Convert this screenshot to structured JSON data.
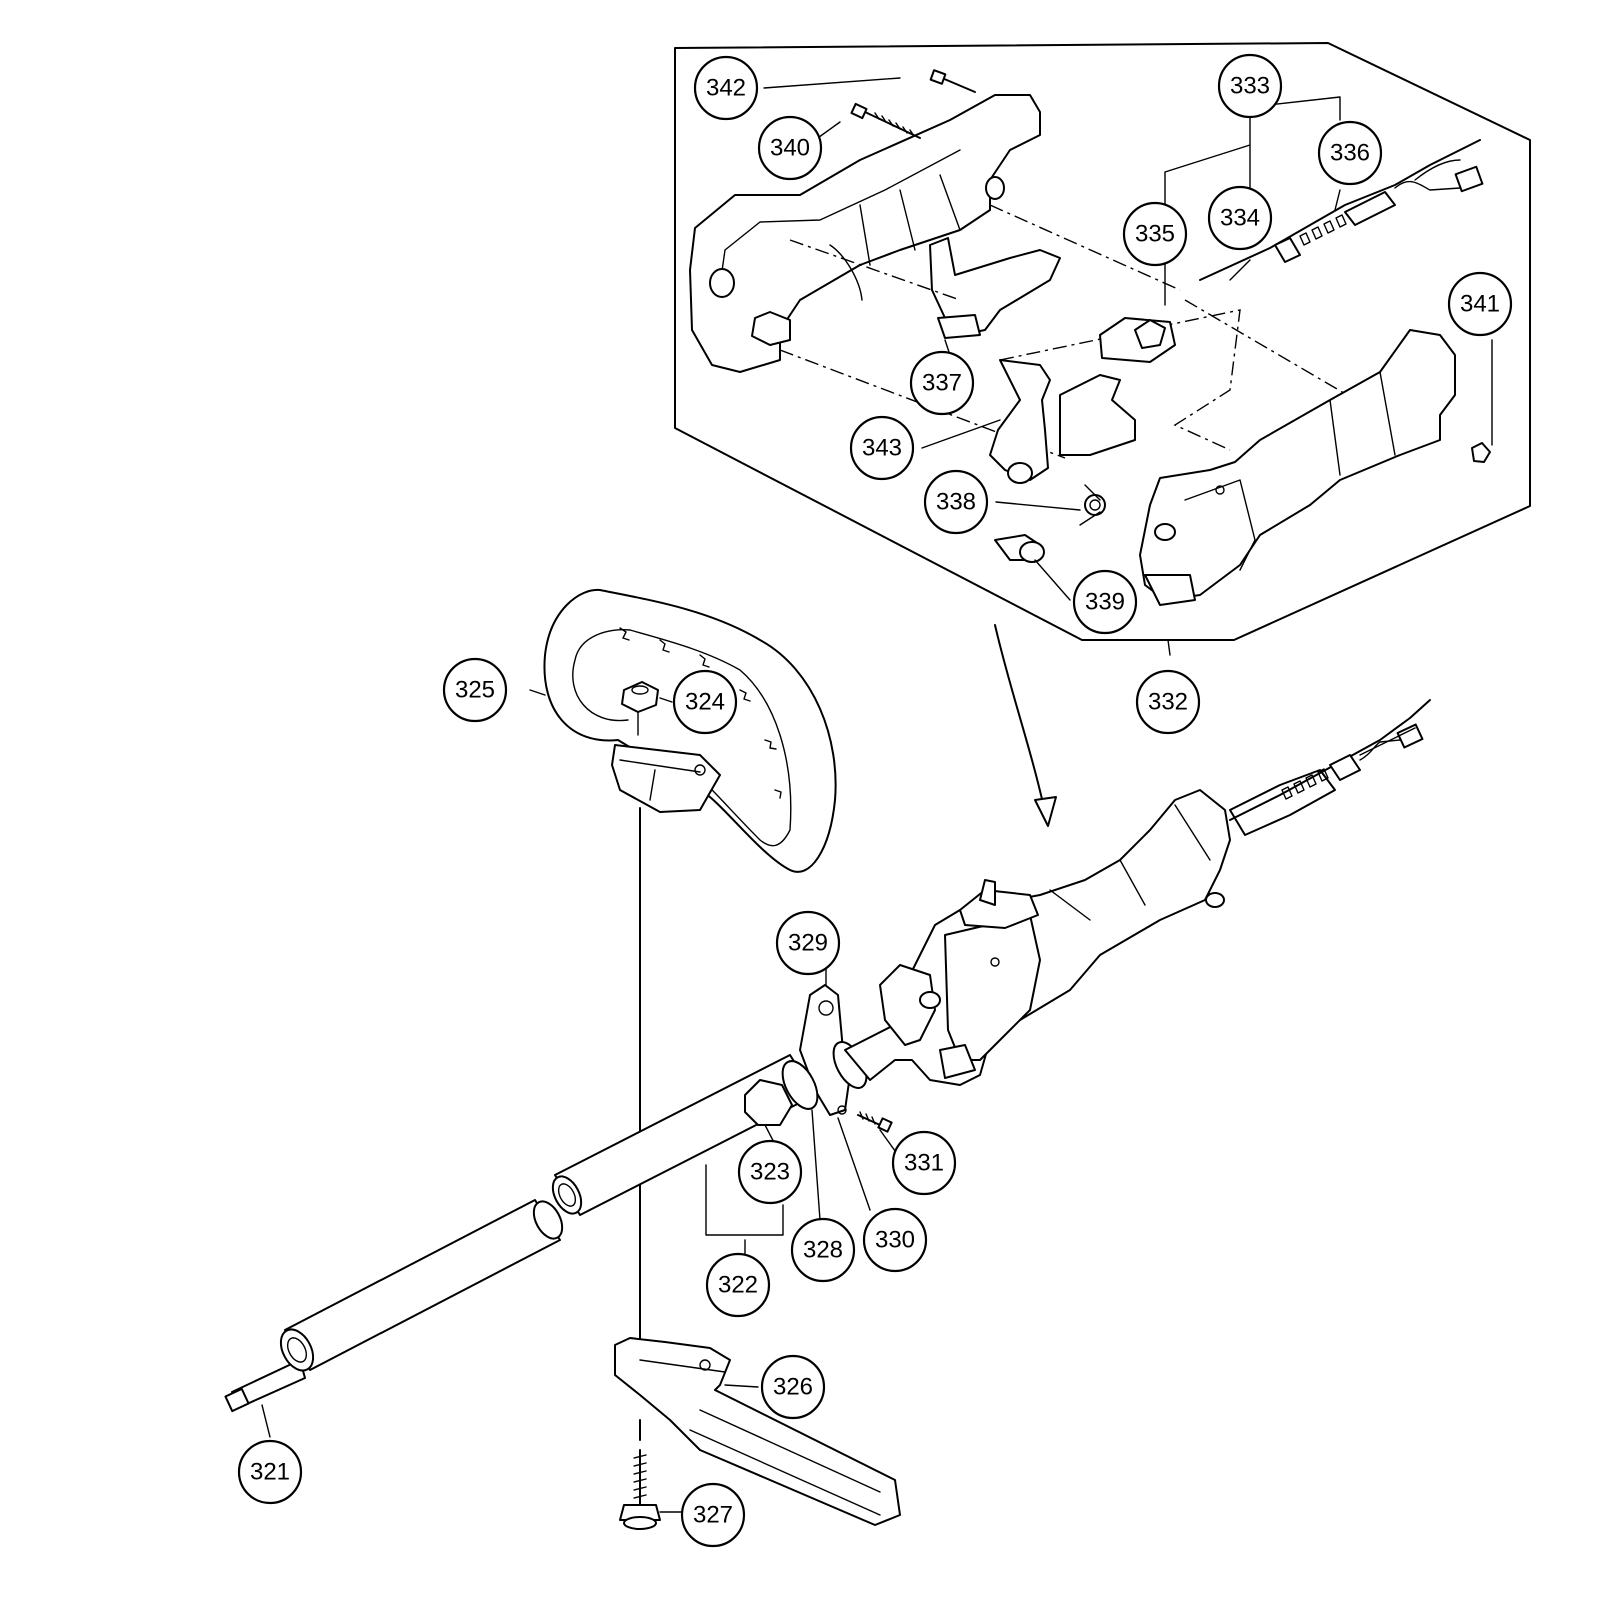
{
  "callouts": [
    {
      "id": "c342",
      "label": "342"
    },
    {
      "id": "c340",
      "label": "340"
    },
    {
      "id": "c333",
      "label": "333"
    },
    {
      "id": "c336",
      "label": "336"
    },
    {
      "id": "c335",
      "label": "335"
    },
    {
      "id": "c334",
      "label": "334"
    },
    {
      "id": "c341",
      "label": "341"
    },
    {
      "id": "c337",
      "label": "337"
    },
    {
      "id": "c343",
      "label": "343"
    },
    {
      "id": "c338",
      "label": "338"
    },
    {
      "id": "c339",
      "label": "339"
    },
    {
      "id": "c332",
      "label": "332"
    },
    {
      "id": "c325",
      "label": "325"
    },
    {
      "id": "c324",
      "label": "324"
    },
    {
      "id": "c329",
      "label": "329"
    },
    {
      "id": "c323",
      "label": "323"
    },
    {
      "id": "c331",
      "label": "331"
    },
    {
      "id": "c322",
      "label": "322"
    },
    {
      "id": "c328",
      "label": "328"
    },
    {
      "id": "c330",
      "label": "330"
    },
    {
      "id": "c326",
      "label": "326"
    },
    {
      "id": "c321",
      "label": "321"
    },
    {
      "id": "c327",
      "label": "327"
    }
  ]
}
